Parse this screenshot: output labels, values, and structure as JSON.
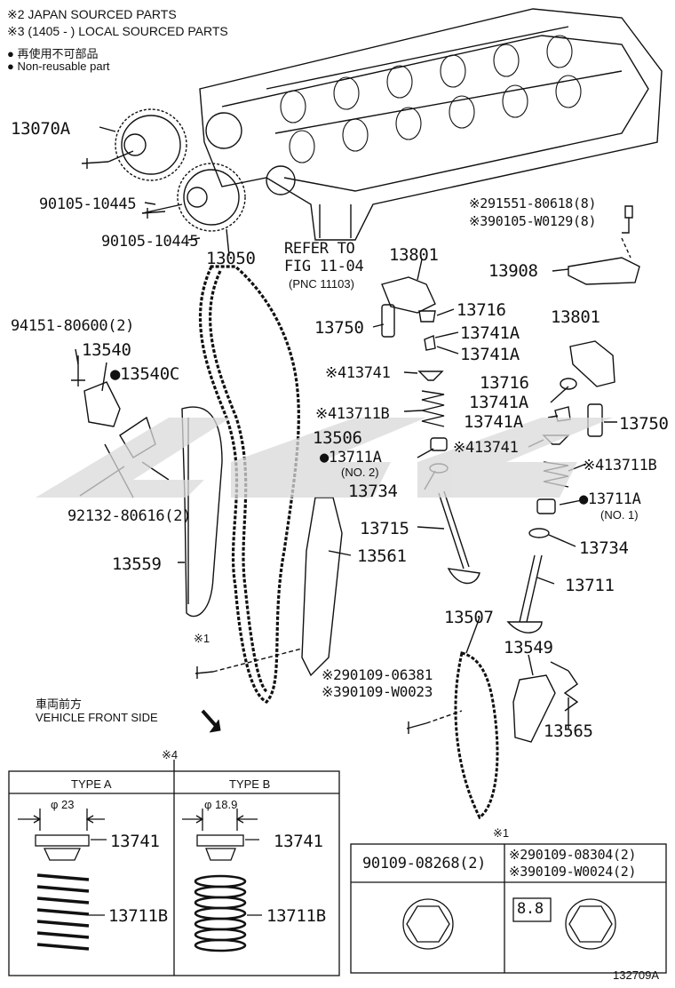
{
  "notes": {
    "n1": "※2 JAPAN SOURCED PARTS",
    "n2": "※3 (1405 -          ) LOCAL SOURCED PARTS",
    "n3": "● 再使用不可部品",
    "n4": "● Non-reusable part"
  },
  "labels": {
    "p13070A": "13070A",
    "p90105a": "90105-10445",
    "p90105b": "90105-10445",
    "p13050": "13050",
    "refer1": "REFER TO",
    "refer2": "FIG 11-04",
    "refer3": "(PNC 11103)",
    "p91551": "※291551-80618(8)",
    "p90105W": "※390105-W0129(8)",
    "p13801a": "13801",
    "p13908": "13908",
    "p13750a": "13750",
    "p13716a": "13716",
    "p13741Aa": "13741A",
    "p13741Ab": "13741A",
    "p13801b": "13801",
    "p13741a": "※413741",
    "p13716b": "13716",
    "p13741Ac": "13741A",
    "p13741Ad": "13741A",
    "p13750b": "13750",
    "p13711Ba": "※413711B",
    "p13506": "13506",
    "p13741b": "※413741",
    "p13711Aa": "●13711A",
    "no2": "(NO. 2)",
    "p13711Bb": "※413711B",
    "p13734a": "13734",
    "p13711Ab": "●13711A",
    "no1": "(NO. 1)",
    "p94151": "94151-80600(2)",
    "p13540": "13540",
    "p13540C": "●13540C",
    "p92132": "92132-80616(2)",
    "p13715": "13715",
    "p13734b": "13734",
    "p13559": "13559",
    "p13561": "13561",
    "p13711": "13711",
    "p13507": "13507",
    "p13549": "13549",
    "star1a": "※1",
    "p90109a": "※290109-06381",
    "p90109b": "※390109-W0023",
    "p13565": "13565",
    "front_jp": "車両前方",
    "front_en": "VEHICLE FRONT SIDE",
    "star4": "※4",
    "star1b": "※1",
    "code": "132709A"
  },
  "type_table": {
    "type_a": "TYPE A",
    "type_b": "TYPE B",
    "dia_a": "φ 23",
    "dia_b": "φ 18.9",
    "a_13741": "13741",
    "b_13741": "13741",
    "a_13711B": "13711B",
    "b_13711B": "13711B"
  },
  "bolt_table": {
    "col1": "90109-08268(2)",
    "col2a": "※290109-08304(2)",
    "col2b": "※390109-W0024(2)",
    "grade": "8.8"
  },
  "watermark": "GPG"
}
